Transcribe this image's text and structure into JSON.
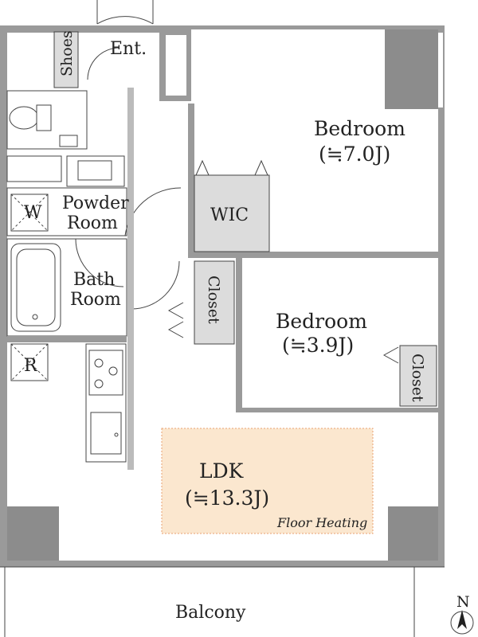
{
  "rooms": {
    "entrance": "Ent.",
    "shoes": "Shoes",
    "washer": "W",
    "powder_room_line1": "Powder",
    "powder_room_line2": "Room",
    "bath_room_line1": "Bath",
    "bath_room_line2": "Room",
    "refrigerator": "R",
    "wic": "WIC",
    "closet_left": "Closet",
    "closet_right": "Closet",
    "bedroom_1_name": "Bedroom",
    "bedroom_1_size": "(≒7.0J)",
    "bedroom_2_name": "Bedroom",
    "bedroom_2_size": "(≒3.9J)",
    "ldk_name": "LDK",
    "ldk_size": "(≒13.3J)",
    "ldk_note": "Floor Heating",
    "balcony": "Balcony"
  },
  "compass": {
    "north": "N"
  },
  "colors": {
    "wall": "#9a9a9a",
    "wall_dark": "#8c8c8c",
    "storage_fill": "#dcdcdc",
    "floor_heating_fill": "#fbe7cf",
    "floor_heating_border": "#e8a070",
    "line": "#444444"
  }
}
